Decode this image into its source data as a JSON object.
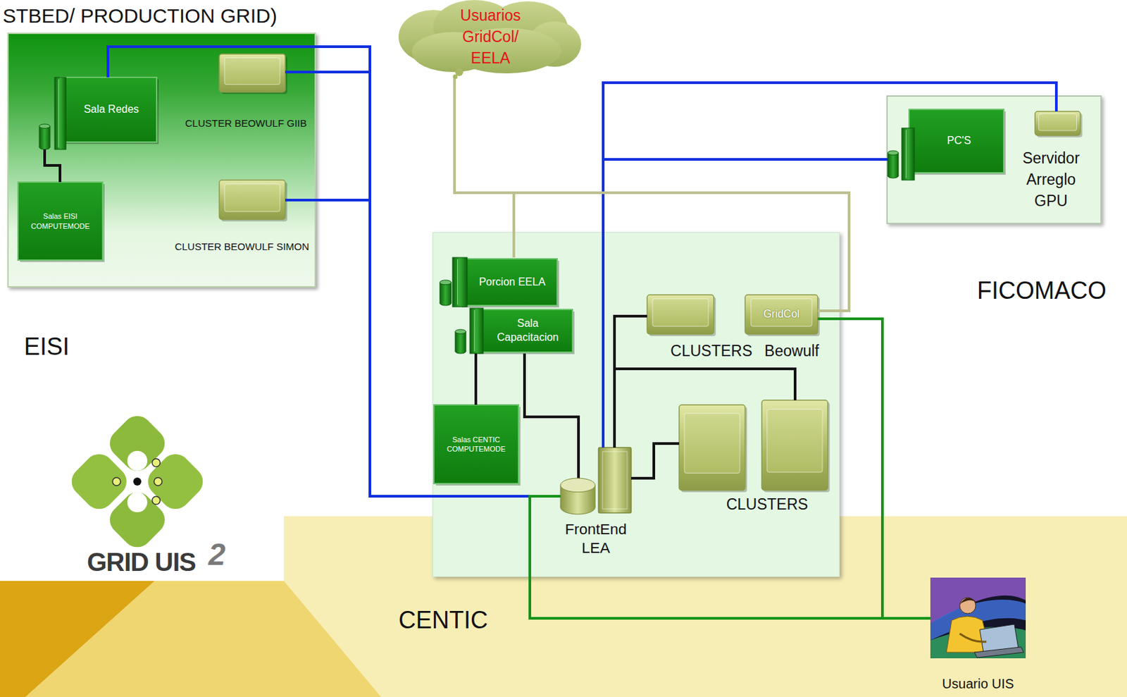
{
  "diagram": {
    "title": "STBED/ PRODUCTION GRID)",
    "nodes": [
      {
        "text": [
          "EISI"
        ]
      },
      {
        "text": [
          "Sala Redes"
        ],
        "in": 0
      },
      {
        "text": [
          "CLUSTER BEOWULF GIIB"
        ],
        "in": 0
      },
      {
        "text": [
          "Salas EISI COMPUTEMODE"
        ],
        "in": 0
      },
      {
        "text": [
          "CLUSTER BEOWULF SIMON"
        ],
        "in": 0
      },
      {
        "text": [
          "Usuarios GridCol/ EELA"
        ]
      },
      {
        "text": [
          "FICOMACO"
        ]
      },
      {
        "text": [
          "PC'S"
        ],
        "in": 6
      },
      {
        "text": [
          "Servidor Arreglo GPU"
        ],
        "in": 6
      },
      {
        "text": [
          "CENTIC"
        ]
      },
      {
        "text": [
          "Porcion EELA"
        ],
        "in": 9
      },
      {
        "text": [
          "Sala Capacitacion"
        ],
        "in": 9
      },
      {
        "text": [
          "GridCol"
        ],
        "in": 9
      },
      {
        "text": [
          "CLUSTERS Beowulf"
        ],
        "in": 9
      },
      {
        "text": [
          "Salas CENTIC COMPUTEMODE"
        ],
        "in": 9
      },
      {
        "text": [
          "FrontEnd LEA"
        ],
        "in": 9
      },
      {
        "text": [
          "CLUSTERS"
        ],
        "in": 9
      },
      {
        "text": [
          "Usuario UIS"
        ]
      }
    ],
    "edges": [
      {
        "from": 1,
        "to": 15,
        "arrow": "none"
      },
      {
        "from": 2,
        "to": 15,
        "arrow": "none"
      },
      {
        "from": 4,
        "to": 15,
        "arrow": "none"
      },
      {
        "from": 1,
        "to": 3,
        "arrow": "none"
      },
      {
        "from": 15,
        "to": 8,
        "arrow": "none"
      },
      {
        "from": 15,
        "to": 7,
        "arrow": "none"
      },
      {
        "from": 11,
        "to": 14,
        "arrow": "none"
      },
      {
        "from": 11,
        "to": 15,
        "arrow": "none"
      },
      {
        "from": 15,
        "to": 13,
        "arrow": "none"
      },
      {
        "from": 15,
        "to": 16,
        "arrow": "none"
      },
      {
        "from": 5,
        "to": 10,
        "arrow": "none"
      },
      {
        "from": 5,
        "to": 12,
        "arrow": "none"
      },
      {
        "from": 17,
        "to": 15,
        "arrow": "none"
      },
      {
        "from": 12,
        "to": 17,
        "arrow": "none"
      }
    ],
    "labels": [
      "GRID UIS",
      "2"
    ]
  }
}
